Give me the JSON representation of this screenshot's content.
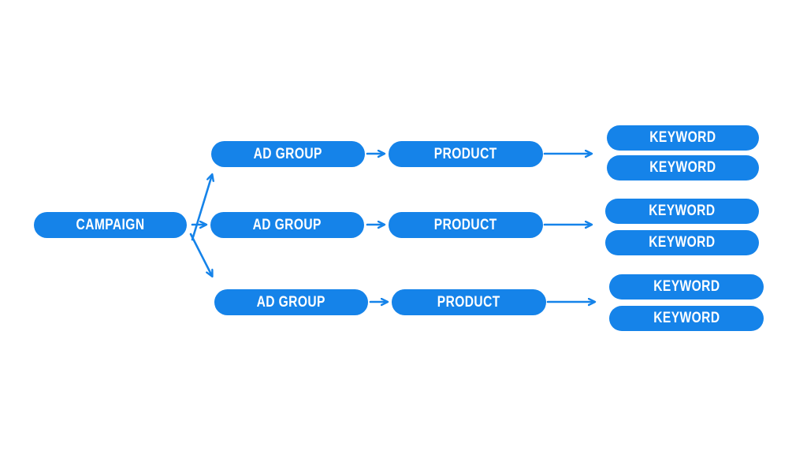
{
  "diagram": {
    "title": "campaign-structure-flow",
    "accent_color": "#1583e9",
    "text_color": "#ffffff",
    "campaign": {
      "label": "CAMPAIGN"
    },
    "rows": [
      {
        "ad_group": "AD GROUP",
        "product": "PRODUCT",
        "keywords": [
          "KEYWORD",
          "KEYWORD"
        ]
      },
      {
        "ad_group": "AD GROUP",
        "product": "PRODUCT",
        "keywords": [
          "KEYWORD",
          "KEYWORD"
        ]
      },
      {
        "ad_group": "AD GROUP",
        "product": "PRODUCT",
        "keywords": [
          "KEYWORD",
          "KEYWORD"
        ]
      }
    ]
  }
}
